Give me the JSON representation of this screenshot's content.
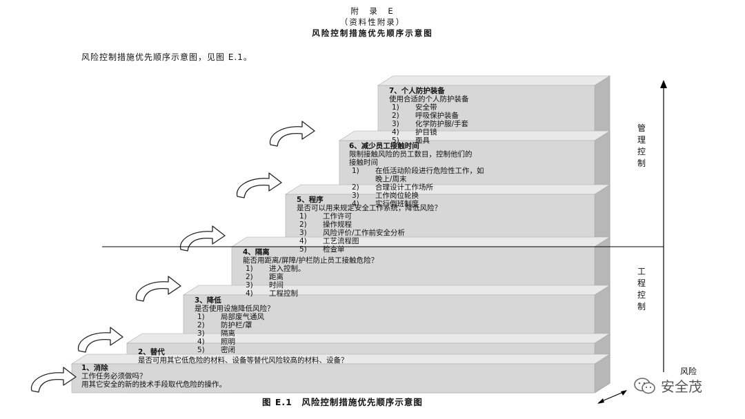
{
  "header": {
    "line1": "附　录　E",
    "line2": "（资料性附录）",
    "line3": "风险控制措施优先顺序示意图"
  },
  "intro": "风险控制措施优先顺序示意图，见图 E.1。",
  "steps": [
    {
      "title": "1、消除",
      "lines": [
        "工作任务必须做吗？",
        "用其它安全的新的技术手段取代危险的操作。"
      ],
      "items": []
    },
    {
      "title": "2、替代",
      "lines": [
        "是否可用其它低危险的材料、设备等替代风险较高的材料、设备？"
      ],
      "items": []
    },
    {
      "title": "3、降低",
      "lines": [
        "是否使用设施降低风险？"
      ],
      "items": [
        {
          "num": "1)",
          "text": "局部废气通风"
        },
        {
          "num": "2)",
          "text": "防护栏/罩"
        },
        {
          "num": "3)",
          "text": "隔离"
        },
        {
          "num": "4)",
          "text": "照明"
        },
        {
          "num": "5)",
          "text": "密闭"
        }
      ]
    },
    {
      "title": "4、隔离",
      "lines": [
        "能否用距离/屏障/护栏防止员工接触危险？"
      ],
      "items": [
        {
          "num": "1)",
          "text": "进入控制。"
        },
        {
          "num": "2)",
          "text": "距离"
        },
        {
          "num": "3)",
          "text": "时间"
        },
        {
          "num": "4)",
          "text": "工程控制"
        }
      ]
    },
    {
      "title": "5、程序",
      "lines": [
        "是否可以用来规定安全工作系统，降低风险？"
      ],
      "items": [
        {
          "num": "1)",
          "text": "工作许可"
        },
        {
          "num": "2)",
          "text": "操作规程"
        },
        {
          "num": "3)",
          "text": "风险评价/工作前安全分析"
        },
        {
          "num": "4)",
          "text": "工艺流程图"
        },
        {
          "num": "5)",
          "text": "检查单"
        }
      ]
    },
    {
      "title": "6、减少员工接触时间",
      "lines": [
        "限制接触风险的员工数目，控制他们的",
        "接触时间"
      ],
      "items": [
        {
          "num": "1)",
          "text": "在低活动阶段进行危险性工作，如"
        },
        {
          "num": "",
          "text": "晚上/周末"
        },
        {
          "num": "2)",
          "text": "合理设计工作场所"
        },
        {
          "num": "3)",
          "text": "工作岗位轮换"
        },
        {
          "num": "4)",
          "text": "实行倒班制度"
        }
      ]
    },
    {
      "title": "7、个人防护装备",
      "lines": [
        "使用合适的个人防护装备"
      ],
      "items": [
        {
          "num": "1)",
          "text": "安全带"
        },
        {
          "num": "2)",
          "text": "呼吸保护装备"
        },
        {
          "num": "3)",
          "text": "化学防护服/手套"
        },
        {
          "num": "4)",
          "text": "护目镜"
        },
        {
          "num": "5)",
          "text": "面具"
        }
      ]
    }
  ],
  "side_labels": {
    "management": "管理控制",
    "engineering": "工程控制",
    "risk": "风险"
  },
  "caption": "图 E.1　风险控制措施优先顺序示意图",
  "watermark": "安全茂",
  "colors": {
    "front": "#d7d7d7",
    "top": "#e9e9e9",
    "side": "#b7b7b7",
    "arrow_fill": "#ffffff",
    "line": "#000000"
  }
}
